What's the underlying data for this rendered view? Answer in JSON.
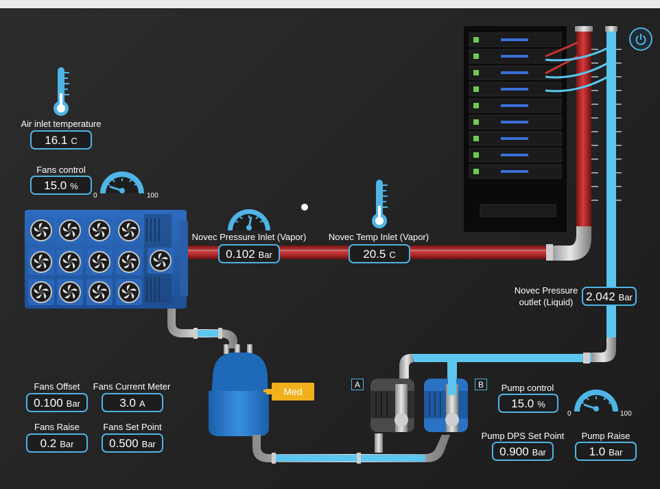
{
  "air_inlet": {
    "label": "Air inlet temperature",
    "value": "16.1",
    "unit": "C"
  },
  "fans_control": {
    "label": "Fans control",
    "value": "15.0",
    "unit": "%",
    "gauge_min": "0",
    "gauge_max": "100",
    "level": 0.15
  },
  "novec_pressure_inlet": {
    "label": "Novec Pressure Inlet (Vapor)",
    "value": "0.102",
    "unit": "Bar"
  },
  "novec_temp_inlet": {
    "label": "Novec Temp Inlet (Vapor)",
    "value": "20.5",
    "unit": "C"
  },
  "novec_pressure_outlet": {
    "label_line1": "Novec Pressure",
    "label_line2": "outlet (Liquid)",
    "value": "2.042",
    "unit": "Bar"
  },
  "fans_offset": {
    "label": "Fans Offset",
    "value": "0.100",
    "unit": "Bar"
  },
  "fans_current_meter": {
    "label": "Fans Current Meter",
    "value": "3.0",
    "unit": "A"
  },
  "fans_raise": {
    "label": "Fans Raise",
    "value": "0.2",
    "unit": "Bar"
  },
  "fans_set_point": {
    "label": "Fans Set Point",
    "value": "0.500",
    "unit": "Bar"
  },
  "tank": {
    "level_label": "Med"
  },
  "pumps": {
    "a_label": "A",
    "b_label": "B"
  },
  "pump_control": {
    "label": "Pump control",
    "value": "15.0",
    "unit": "%",
    "gauge_min": "0",
    "gauge_max": "100",
    "level": 0.15
  },
  "pump_dps_set_point": {
    "label": "Pump DPS Set Point",
    "value": "0.900",
    "unit": "Bar"
  },
  "pump_raise": {
    "label": "Pump Raise",
    "value": "1.0",
    "unit": "Bar"
  },
  "colors": {
    "accent": "#4fb4e6",
    "vapor_pipe": "#b52a2a",
    "liquid_pipe": "#5cc6ee",
    "warning": "#f2b01c"
  },
  "icons": [
    "thermometer-icon",
    "gauge-icon",
    "power-icon"
  ]
}
